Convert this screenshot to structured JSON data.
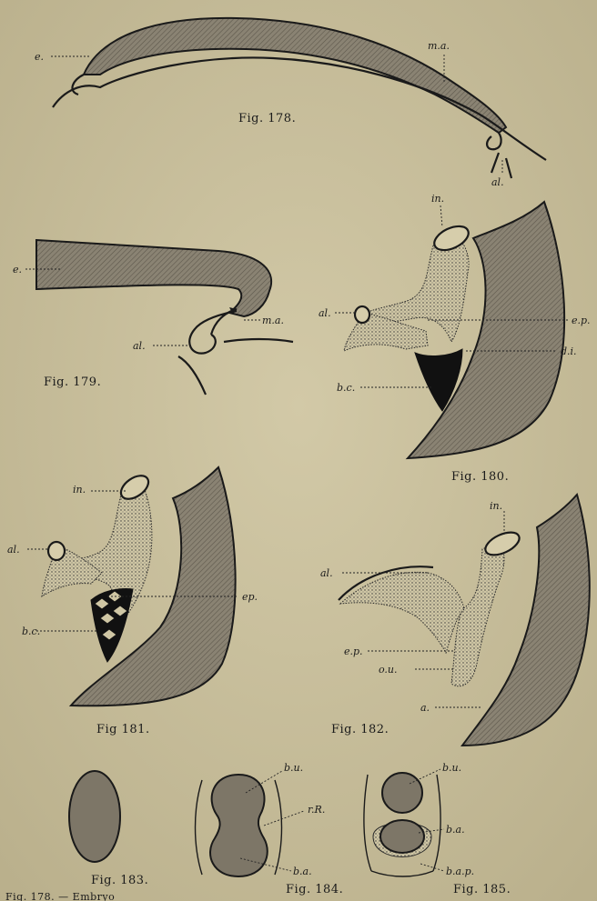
{
  "figures": {
    "f178": {
      "caption": "Fig. 178.",
      "labels": {
        "e": "e.",
        "ma": "m.a.",
        "al": "al."
      }
    },
    "f179": {
      "caption": "Fig. 179.",
      "labels": {
        "e": "e.",
        "ma": "m.a.",
        "al": "al."
      }
    },
    "f180": {
      "caption": "Fig. 180.",
      "labels": {
        "in": "in.",
        "al": "al.",
        "ep": "e.p.",
        "di": "d.i.",
        "bc": "b.c."
      }
    },
    "f181": {
      "caption": "Fig 181.",
      "labels": {
        "in": "in.",
        "al": "al.",
        "ep": "ep.",
        "bc": "b.c."
      }
    },
    "f182": {
      "caption": "Fig. 182.",
      "labels": {
        "in": "in.",
        "al": "al.",
        "ep": "e.p.",
        "ou": "o.u.",
        "a": "a."
      }
    },
    "f183": {
      "caption": "Fig. 183."
    },
    "f184": {
      "caption": "Fig. 184.",
      "labels": {
        "bu": "b.u.",
        "rR": "r.R.",
        "ba": "b.a."
      }
    },
    "f185": {
      "caption": "Fig. 185.",
      "labels": {
        "bu": "b.u.",
        "ba": "b.a.",
        "bap": "b.a.p."
      }
    }
  },
  "footer_fragment": "Fig. 178. — Embryo"
}
